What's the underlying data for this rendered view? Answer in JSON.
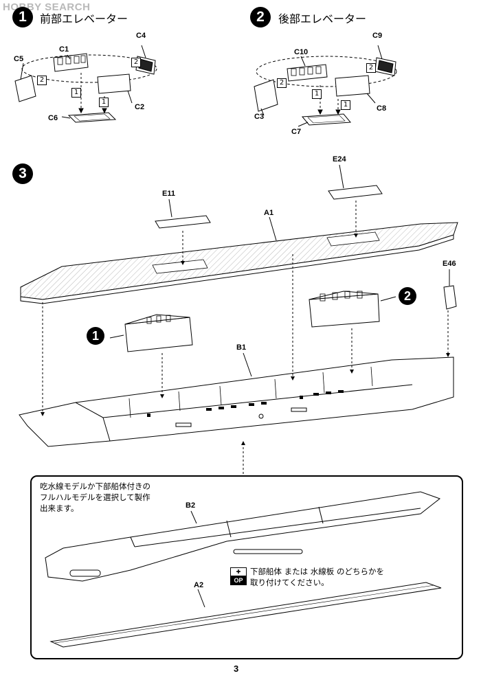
{
  "watermark": "HOBBY SEARCH",
  "steps": [
    {
      "number": "1",
      "title": "前部エレベーター"
    },
    {
      "number": "2",
      "title": "後部エレベーター"
    },
    {
      "number": "3",
      "title": ""
    }
  ],
  "sub_refs": {
    "one": "1",
    "two": "2"
  },
  "order_marks": {
    "one": "1",
    "two": "2"
  },
  "parts": {
    "c1": "C1",
    "c2": "C2",
    "c3": "C3",
    "c4": "C4",
    "c5": "C5",
    "c6": "C6",
    "c7": "C7",
    "c8": "C8",
    "c9": "C9",
    "c10": "C10",
    "a1": "A1",
    "a2": "A2",
    "b1": "B1",
    "b2": "B2",
    "e11": "E11",
    "e24": "E24",
    "e46": "E46"
  },
  "note": {
    "lines": [
      "吃水線モデルか下部船体付きの",
      "フルハルモデルを選択して製作",
      "出来ます。"
    ],
    "option_lines": [
      "下部船体 または 水線板 のどちらかを",
      "取り付けてください。"
    ],
    "op_label": "OP"
  },
  "page_number": "3"
}
